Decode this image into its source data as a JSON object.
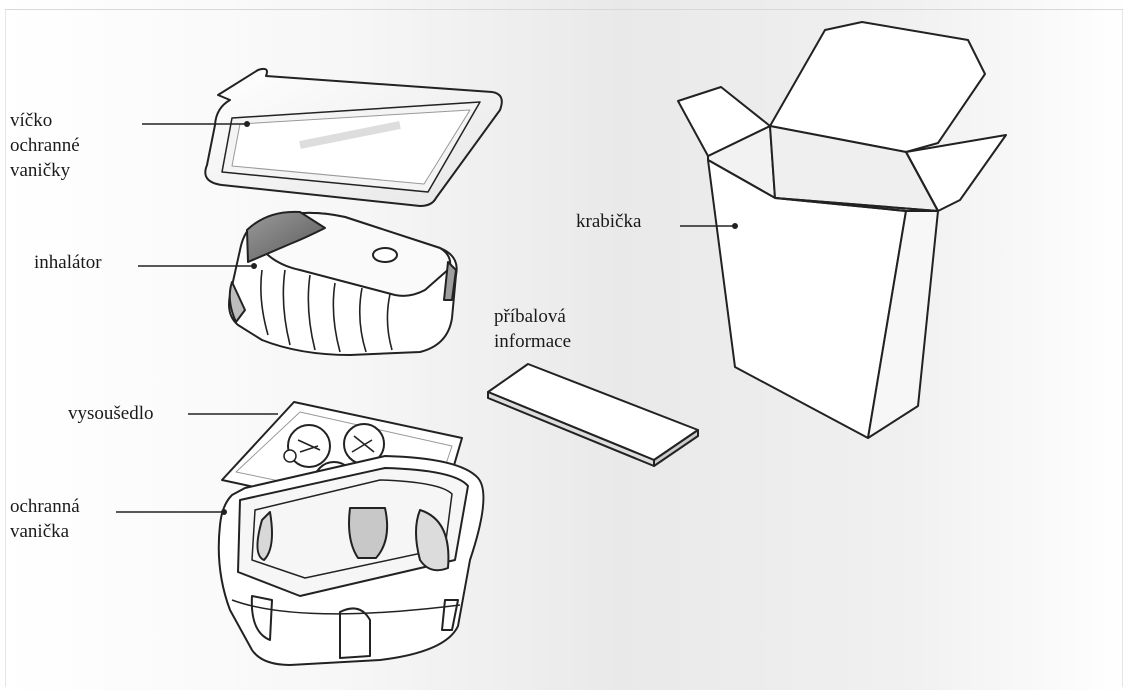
{
  "labels": {
    "lid": [
      "víčko",
      "ochranné",
      "vaničky"
    ],
    "inhaler": "inhalátor",
    "desiccant": "vysoušedlo",
    "tray": [
      "ochranná",
      "vanička"
    ],
    "leaflet": [
      "příbalová",
      "informace"
    ],
    "box": "krabička"
  }
}
